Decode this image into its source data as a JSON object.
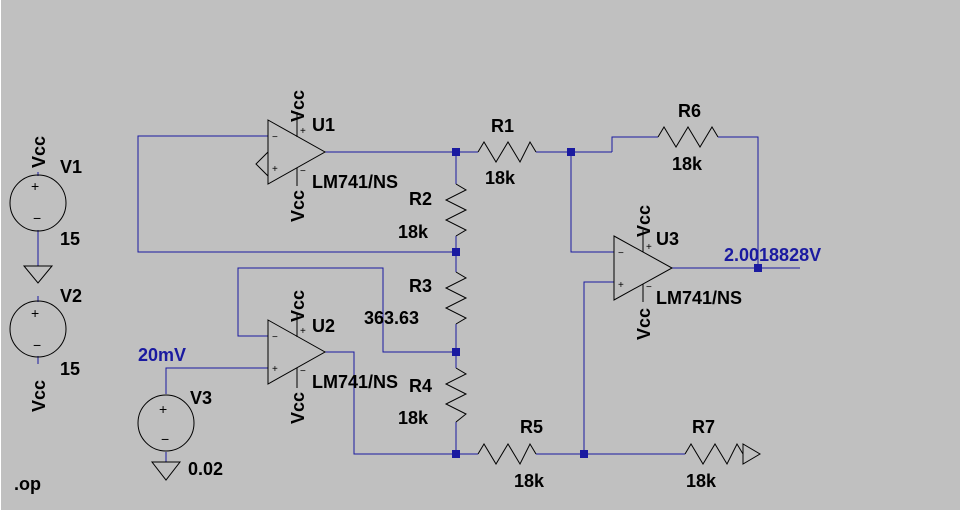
{
  "colors": {
    "background": "#c0c0c0",
    "wire": "#1a1aa0",
    "component": "#000000",
    "net_label": "#1a1aa0"
  },
  "directive": ".op",
  "output_voltage": "2.0018828V",
  "input_label": "20mV",
  "sources": {
    "V1": {
      "name": "V1",
      "value": "15",
      "net": "Vcc"
    },
    "V2": {
      "name": "V2",
      "value": "15",
      "net": "Vcc"
    },
    "V3": {
      "name": "V3",
      "value": "0.02"
    }
  },
  "opamps": {
    "U1": {
      "name": "U1",
      "model": "LM741/NS",
      "supply_pos": "Vcc",
      "supply_neg": "Vcc"
    },
    "U2": {
      "name": "U2",
      "model": "LM741/NS",
      "supply_pos": "Vcc",
      "supply_neg": "Vcc"
    },
    "U3": {
      "name": "U3",
      "model": "LM741/NS",
      "supply_pos": "Vcc",
      "supply_neg": "Vcc"
    }
  },
  "resistors": {
    "R1": {
      "name": "R1",
      "value": "18k"
    },
    "R2": {
      "name": "R2",
      "value": "18k"
    },
    "R3": {
      "name": "R3",
      "value": "363.63"
    },
    "R4": {
      "name": "R4",
      "value": "18k"
    },
    "R5": {
      "name": "R5",
      "value": "18k"
    },
    "R6": {
      "name": "R6",
      "value": "18k"
    },
    "R7": {
      "name": "R7",
      "value": "18k"
    }
  },
  "pin_signs": {
    "plus": "+",
    "minus": "−"
  }
}
